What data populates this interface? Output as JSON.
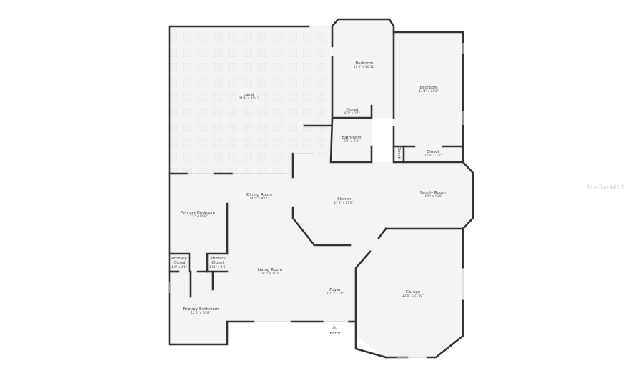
{
  "rooms": {
    "lanai": {
      "name": "Lanai",
      "dims": "34'8\" x 31'4\""
    },
    "bedroom_1": {
      "name": "Bedroom",
      "dims": "12'9\" x 20'11\""
    },
    "bedroom_2": {
      "name": "Bedroom",
      "dims": "14'4\" x 24'2\""
    },
    "closet_1": {
      "name": "Closet",
      "dims": "8'1\" x 2'1\""
    },
    "bathroom": {
      "name": "Bathroom",
      "dims": "8'6\" x 9'4\""
    },
    "closet_small": {
      "name": "Closet"
    },
    "closet_2": {
      "name": "Closet",
      "dims": "12'9\" x 3'1\""
    },
    "dining_room": {
      "name": "Dining Room",
      "dims": "14'5\" x 9'11\""
    },
    "kitchen": {
      "name": "Kitchen",
      "dims": "21'4\" x 23'9\""
    },
    "family_room": {
      "name": "Family Room",
      "dims": "16'8\" x 13'8\""
    },
    "primary_bedroom": {
      "name": "Primary Bedroom",
      "dims": "12'3\" x 16'8\""
    },
    "primary_closet_1": {
      "name": "Primary\nCloset",
      "dims": "4'0\" x 4'1\""
    },
    "primary_closet_2": {
      "name": "Primary\nCloset",
      "dims": "3'11\" x 4'1\""
    },
    "living_room": {
      "name": "Living Room",
      "dims": "18'3\" x 21'2\""
    },
    "primary_bathroom": {
      "name": "Primary Bathroom",
      "dims": "12'2\" x 14'8\""
    },
    "foyer": {
      "name": "Foyer",
      "dims": "8'7\" x 11'6\""
    },
    "garage": {
      "name": "Garage",
      "dims": "22'6\" x 27'10\""
    }
  },
  "entry_label": "Entry",
  "watermark": "StellarMLS",
  "colors": {
    "wall": "#333333",
    "floor": "#f4f4f4",
    "window": "#cfcfcf"
  }
}
